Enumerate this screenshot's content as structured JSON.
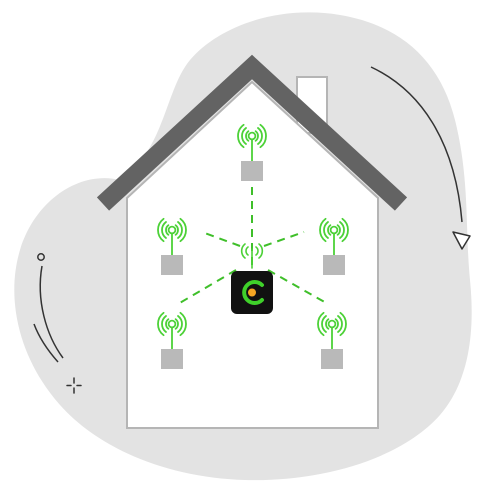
{
  "illustration": {
    "colors": {
      "background": "#ffffff",
      "blob": "#e3e3e3",
      "house_wall": "#ffffff",
      "house_outline": "#b5b5b5",
      "roof": "#636363",
      "signal_green": "#4cd137",
      "node_box": "#b9b9b9",
      "hub_body": "#111111",
      "hub_logo_ring": "#3fd12a",
      "hub_logo_dot": "#f5a623",
      "dash_line": "#3fbf2a",
      "decor_line": "#333333"
    },
    "icons": {
      "hub": "wifi-mesh-router-icon",
      "node": "antenna-signal-icon",
      "rotate_arrow": "triangle-arrow-icon"
    },
    "mesh_nodes": [
      {
        "name": "node-top"
      },
      {
        "name": "node-left"
      },
      {
        "name": "node-right"
      },
      {
        "name": "node-bottom-left"
      },
      {
        "name": "node-bottom-right"
      }
    ]
  }
}
